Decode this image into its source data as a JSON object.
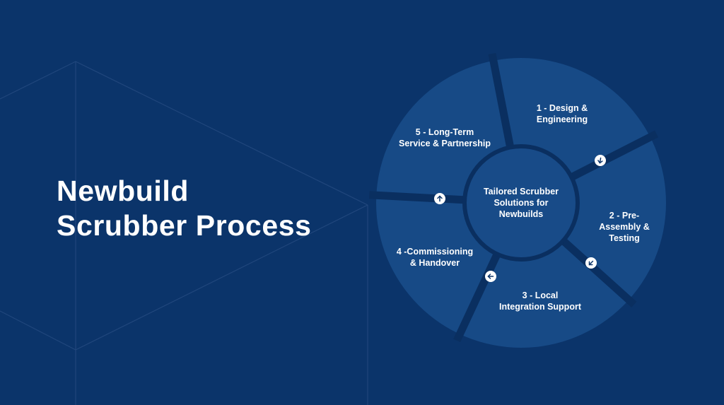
{
  "title": {
    "line1": "Newbuild",
    "line2": "Scrubber Process"
  },
  "center": {
    "line1": "Tailored Scrubber",
    "line2": "Solutions for",
    "line3": "Newbuilds"
  },
  "steps": [
    {
      "lines": [
        "1 - Design &",
        "Engineering"
      ]
    },
    {
      "lines": [
        "2 - Pre-",
        "Assembly &",
        "Testing"
      ]
    },
    {
      "lines": [
        "3 - Local",
        "Integration Support"
      ]
    },
    {
      "lines": [
        "4 -Commissioning",
        "& Handover"
      ]
    },
    {
      "lines": [
        "5 - Long-Term",
        "Service & Partnership"
      ]
    }
  ],
  "colors": {
    "background": "#0b346a",
    "segment": "#174a86",
    "gap": "#0a2f60",
    "arrow": "#ffffff"
  }
}
